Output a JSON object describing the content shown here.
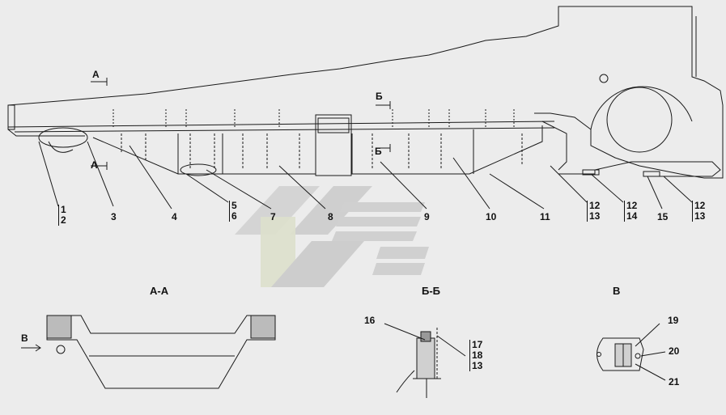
{
  "labels": {
    "l1": "1",
    "l2": "2",
    "l3": "3",
    "l4": "4",
    "l5": "5",
    "l6": "6",
    "l7": "7",
    "l8": "8",
    "l9": "9",
    "l10": "10",
    "l11": "11",
    "l12a": "12",
    "l13a": "13",
    "l12b": "12",
    "l14": "14",
    "l15": "15",
    "l12c": "12",
    "l13c": "13",
    "l16": "16",
    "l17": "17",
    "l18": "18",
    "l13d": "13",
    "l19": "19",
    "l20": "20",
    "l21": "21"
  },
  "sections": {
    "aa": "А-А",
    "bb": "Б-Б",
    "v": "В"
  },
  "markers": {
    "a_top": "А",
    "a_bottom": "А",
    "b_top": "Б",
    "b_bottom": "Б",
    "v_arrow": "В"
  },
  "colors": {
    "line": "#1a1a1a",
    "background": "#ececec",
    "logo": "#c9c9c9",
    "logo_accent": "#d8dcc8"
  }
}
